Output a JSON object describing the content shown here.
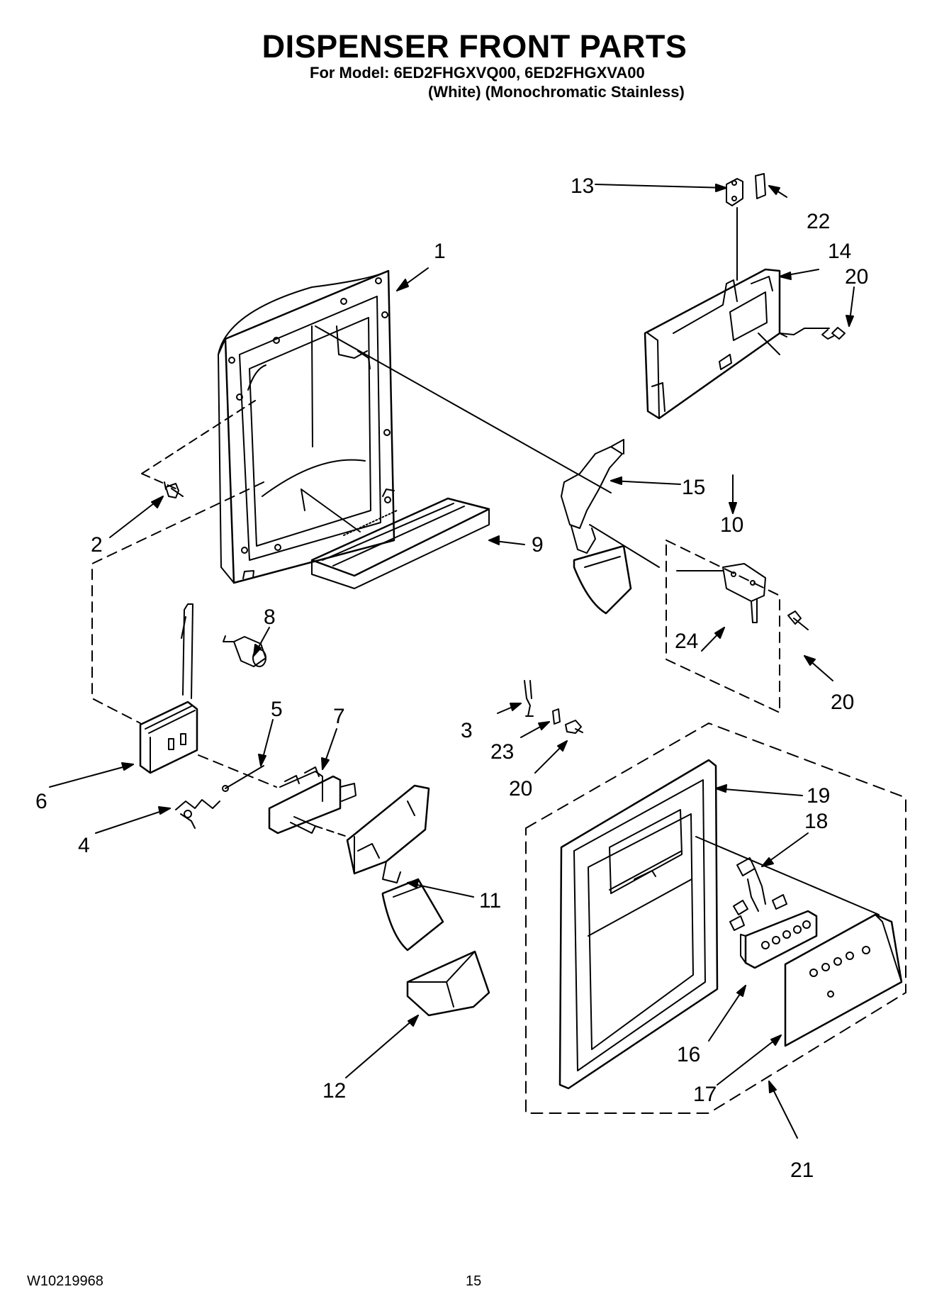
{
  "header": {
    "title": "DISPENSER FRONT PARTS",
    "model_line": "For Model: 6ED2FHGXVQ00, 6ED2FHGXVA00",
    "variant_line": "(White)   (Monochromatic Stainless)"
  },
  "callouts": [
    "1",
    "2",
    "3",
    "4",
    "5",
    "6",
    "7",
    "8",
    "9",
    "10",
    "11",
    "12",
    "13",
    "14",
    "15",
    "16",
    "17",
    "18",
    "19",
    "20",
    "20",
    "20",
    "21",
    "22",
    "23",
    "24"
  ],
  "footer": {
    "doc_number": "W10219968",
    "page_number": "15"
  }
}
